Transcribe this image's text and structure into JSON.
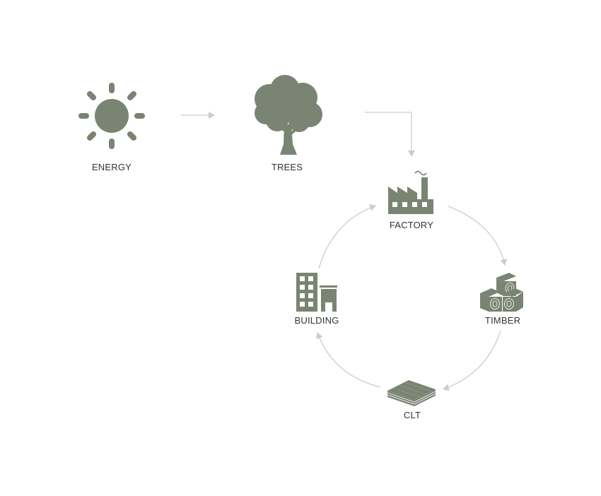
{
  "colors": {
    "icon": "#7a8472",
    "arrow": "#cccccc",
    "label": "#333333",
    "background": "#ffffff"
  },
  "nodes": {
    "energy": {
      "label": "ENERGY",
      "icon": "sun-icon"
    },
    "trees": {
      "label": "TREES",
      "icon": "tree-icon"
    },
    "factory": {
      "label": "FACTORY",
      "icon": "factory-icon"
    },
    "timber": {
      "label": "TIMBER",
      "icon": "timber-icon"
    },
    "clt": {
      "label": "CLT",
      "icon": "clt-panel-icon"
    },
    "building": {
      "label": "BUILDING",
      "icon": "building-icon"
    }
  },
  "edges": [
    {
      "from": "energy",
      "to": "trees"
    },
    {
      "from": "trees",
      "to": "factory"
    },
    {
      "from": "factory",
      "to": "timber"
    },
    {
      "from": "timber",
      "to": "clt"
    },
    {
      "from": "clt",
      "to": "building"
    },
    {
      "from": "building",
      "to": "factory"
    }
  ]
}
